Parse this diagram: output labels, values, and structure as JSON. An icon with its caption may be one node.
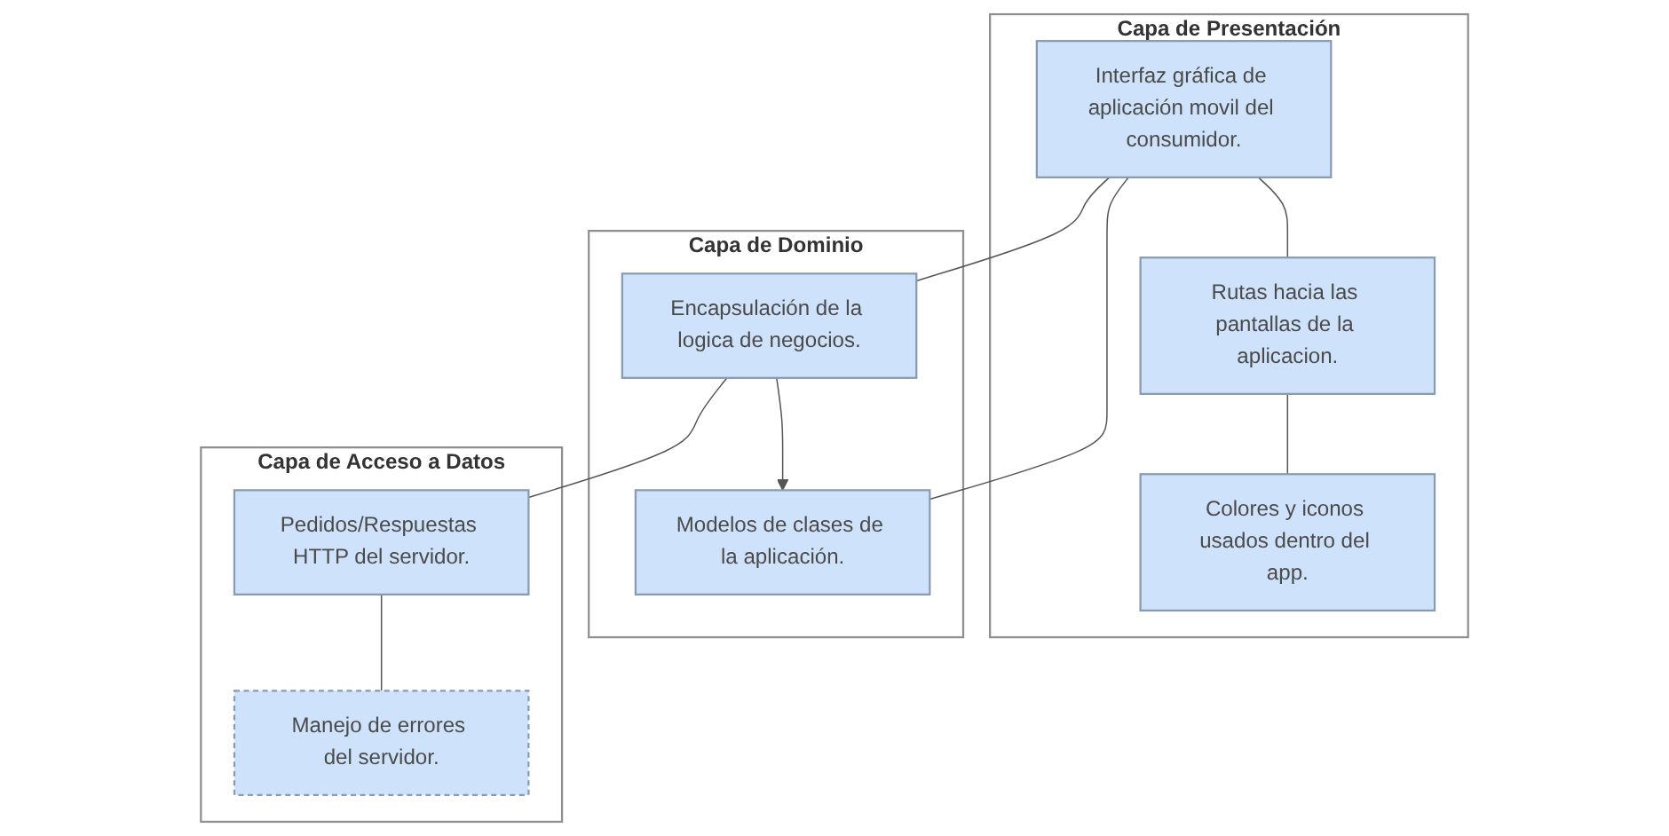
{
  "diagram": {
    "nodes": [
      {
        "text": [
          "Capa de Presentación"
        ]
      },
      {
        "text": [
          "Interfaz gráfica de aplicación movil del consumidor."
        ],
        "in": 0
      },
      {
        "text": [
          "Rutas hacia las pantallas de la aplicacion."
        ],
        "in": 0
      },
      {
        "text": [
          "Colores y iconos usados dentro del app."
        ],
        "in": 0
      },
      {
        "text": [
          "Capa de Dominio"
        ]
      },
      {
        "text": [
          "Encapsulación de la logica de negocios."
        ],
        "in": 4
      },
      {
        "text": [
          "Modelos de clases de la aplicación."
        ],
        "in": 4
      },
      {
        "text": [
          "Capa de Acceso a Datos"
        ]
      },
      {
        "text": [
          "Pedidos/Respuestas HTTP del servidor."
        ],
        "in": 7
      },
      {
        "text": [
          "Manejo de errores del servidor."
        ],
        "in": 7
      }
    ],
    "edges": [
      {
        "from": 1,
        "to": 2,
        "arrow": "none"
      },
      {
        "from": 2,
        "to": 3,
        "arrow": "none"
      },
      {
        "from": 1,
        "to": 5,
        "arrow": "none"
      },
      {
        "from": 1,
        "to": 6,
        "arrow": "none"
      },
      {
        "from": 5,
        "to": 6,
        "arrow": "to"
      },
      {
        "from": 5,
        "to": 8,
        "arrow": "none"
      },
      {
        "from": 8,
        "to": 9,
        "arrow": "none"
      }
    ]
  }
}
